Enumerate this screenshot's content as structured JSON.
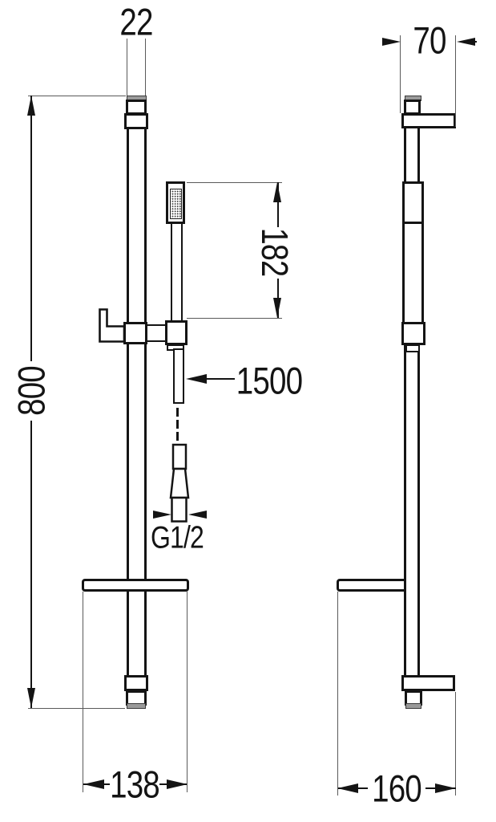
{
  "drawing": {
    "type": "technical-dimension-drawing",
    "subject": "shower slide rail set with hand shower, front and side views",
    "views": [
      "front",
      "side"
    ],
    "dimensions": {
      "rail_top_width_mm": "22",
      "wall_bracket_depth_mm": "70",
      "handset_length_mm": "182",
      "hose_length_mm": "1500",
      "thread_size": "G1/2",
      "rail_height_mm": "800",
      "front_base_width_mm": "138",
      "side_base_width_mm": "160"
    },
    "colors": {
      "line": "#141414",
      "extension_line": "#5a5a5a",
      "cap_fill": "#9a9a9a",
      "background": "#ffffff"
    }
  }
}
